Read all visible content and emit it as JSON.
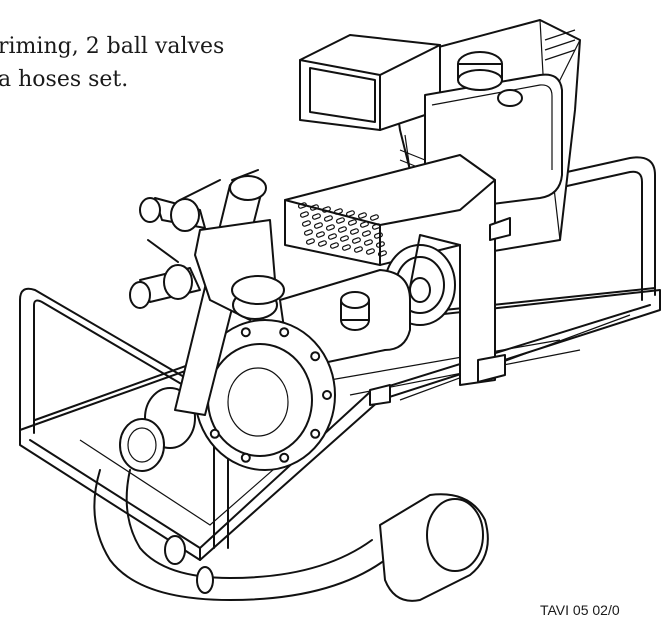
{
  "caption": {
    "line1": "riming, 2 ball valves",
    "line2": "a hoses set."
  },
  "drawing_code": "TAVI 05 02/0",
  "colors": {
    "ink": "#111111",
    "paper": "#ffffff"
  }
}
